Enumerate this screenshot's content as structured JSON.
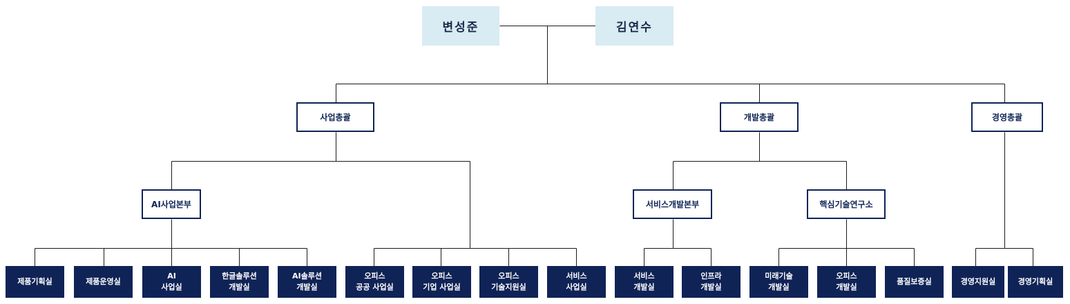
{
  "executives": [
    "변성준",
    "김연수"
  ],
  "divisions": {
    "business": "사업총괄",
    "development": "개발총괄",
    "management": "경영총괄"
  },
  "sub_divisions": {
    "ai_business": "AI사업본부",
    "service_dev": "서비스개발본부",
    "core_tech": "핵심기술연구소"
  },
  "units": [
    "제품기획실",
    "제품운영실",
    "AI\n사업실",
    "한글솔루션\n개발실",
    "AI솔루션\n개발실",
    "오피스\n공공 사업실",
    "오피스\n기업 사업실",
    "오피스\n기술지원실",
    "서비스\n사업실",
    "서비스\n개발실",
    "인프라\n개발실",
    "미래기술\n개발실",
    "오피스\n개발실",
    "품질보증실",
    "경영지원실",
    "경영기획실"
  ]
}
